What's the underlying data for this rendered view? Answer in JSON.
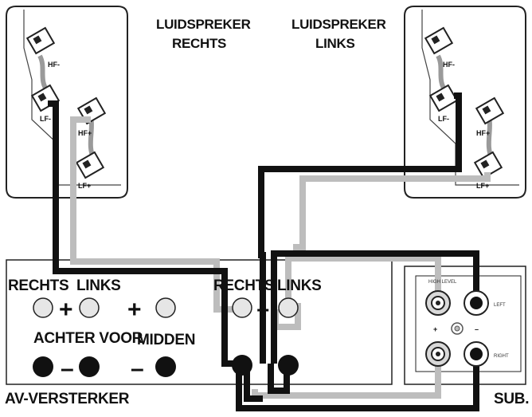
{
  "headings": {
    "speaker_right": [
      "LUIDSPREKER",
      "RECHTS"
    ],
    "speaker_left": [
      "LUIDSPREKER",
      "LINKS"
    ]
  },
  "speaker_terminals": {
    "hf_minus": "HF-",
    "lf_minus": "LF-",
    "hf_plus": "HF+",
    "lf_plus": "LF+"
  },
  "amplifier": {
    "name": "AV-VERSTERKER",
    "left_group": {
      "rechts": "RECHTS",
      "links": "LINKS"
    },
    "center_group": {
      "rechts": "RECHTS",
      "links": "LINKS"
    },
    "achter_voor": "ACHTER VOOR",
    "midden": "MIDDEN",
    "plus": "+",
    "minus": "–"
  },
  "subwoofer": {
    "name": "SUB.",
    "panel_title": "HIGH LEVEL",
    "left": "LEFT",
    "right": "RIGHT",
    "plus": "+",
    "minus": "–"
  },
  "colors": {
    "black_wire": "#111111",
    "grey_wire": "#bdbdbd",
    "outline": "#222222"
  }
}
